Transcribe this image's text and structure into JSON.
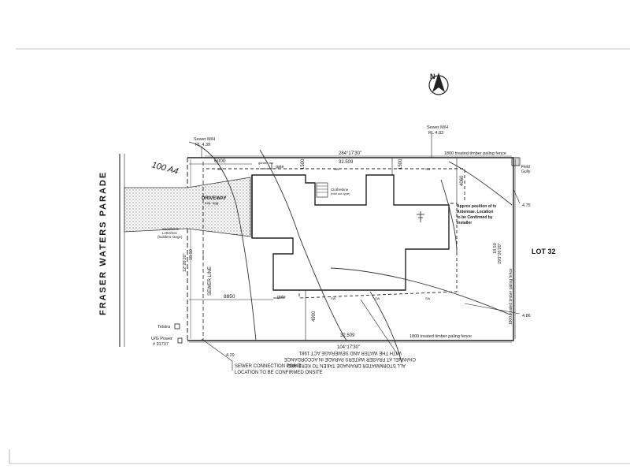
{
  "north_label": "N",
  "street": "FRASER WATERS PARADE",
  "lot_label": "LOT 32",
  "sewer_mh_left": {
    "line1": "Sewer M/H",
    "line2": "RL 4.39"
  },
  "sewer_mh_right": {
    "line1": "Sewer M/H",
    "line2": "RL 4.83"
  },
  "fence_top": "1800 treated timber paling fence",
  "fence_bottom": "1800 treated timber paling fence",
  "fence_right": "1800 treated timber paling fence",
  "bearing_top": "284°17'30\"",
  "bearing_bottom": "104°17'30\"",
  "bearing_right": "193°26'20\"",
  "bearing_left": "12°26'20\"",
  "dim_top_length": "32.509",
  "dim_bottom_length": "32.509",
  "dim_right_length": "18.50",
  "dim_left_length": "18.50",
  "dim_6000": "6000",
  "dim_8850": "8850",
  "dim_1500": "1500",
  "dim_4060": "4060",
  "dim_4900": "4900",
  "gate_top": "gate",
  "gate_bottom": "gate",
  "garden_tap": "garden tap",
  "driveway_label": "DRIVEWAY",
  "driveway_sub": "exp. agg.",
  "addr_handwritten": "100 A4",
  "letterbox": {
    "line1": "Sandstone",
    "line2": "Letterbox",
    "line3": "(builders range)"
  },
  "clothesline": {
    "line1": "Clothesline",
    "line2": "(fold out type)"
  },
  "sewer_line": "SEWER LINE",
  "field_gully": {
    "line1": "Field",
    "line2": "Gully"
  },
  "tv_antenna": {
    "line1": "Approx position of tv",
    "line2": "Antennae. Location",
    "line3": "to be Confirmed by",
    "line4": "installer"
  },
  "rl_475": "4.75",
  "rl_486": "4.86",
  "rl_429": "4.29",
  "telstra": "Telstra",
  "ug_power": {
    "line1": "U/G Power",
    "line2": "# 91737"
  },
  "sewer_connection": {
    "line1": "SEWER CONNECTION POINT",
    "line2": "LOCATION TO BE CONFIRMED ONSITE"
  },
  "stormwater_note": {
    "line1": "ALL STORMWATER DRAINAGE TAKEN TO KERB AND",
    "line2": "CHANNEL AT FRASER WATERS PARADE IN ACCORDANCE",
    "line3": "WITH THE WATER AND SEWERAGE ACT 1981."
  },
  "drain_marker": "SW"
}
